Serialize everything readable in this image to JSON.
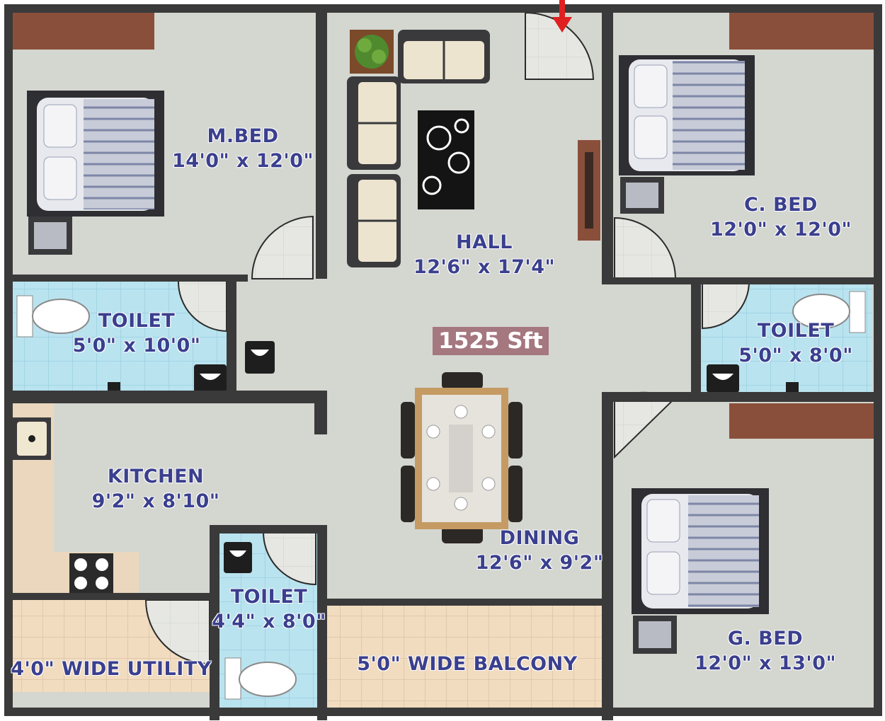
{
  "area_label": "1525 Sft",
  "colors": {
    "wall": "#3a3a3a",
    "floor": "#d4d6d0",
    "wet_tile": "#b9e3ef",
    "utility_tile": "#f1dcc0",
    "wardrobe": "#8a4f3a",
    "label_text": "#3a3f8e",
    "area_badge": "#a5777f",
    "entry_arrow": "#e02020"
  },
  "icons": {
    "entry": "red-arrow-down",
    "plant": "potted-plant",
    "stove": "four-burner-stove",
    "sink": "kitchen-sink"
  },
  "rooms": {
    "master_bed": {
      "name": "M.BED",
      "dims": "14'0\" x 12'0\""
    },
    "hall": {
      "name": "HALL",
      "dims": "12'6\" x 17'4\""
    },
    "child_bed": {
      "name": "C. BED",
      "dims": "12'0\" x 12'0\""
    },
    "toilet_left": {
      "name": "TOILET",
      "dims": "5'0\" x 10'0\""
    },
    "toilet_right": {
      "name": "TOILET",
      "dims": "5'0\" x 8'0\""
    },
    "kitchen": {
      "name": "KITCHEN",
      "dims": "9'2\" x 8'10\""
    },
    "dining": {
      "name": "DINING",
      "dims": "12'6\" x 9'2\""
    },
    "toilet_bottom": {
      "name": "TOILET",
      "dims": "4'4\" x 8'0\""
    },
    "guest_bed": {
      "name": "G. BED",
      "dims": "12'0\" x 13'0\""
    },
    "utility": {
      "label": "4'0\" WIDE UTILITY"
    },
    "balcony": {
      "label": "5'0\" WIDE BALCONY"
    }
  }
}
